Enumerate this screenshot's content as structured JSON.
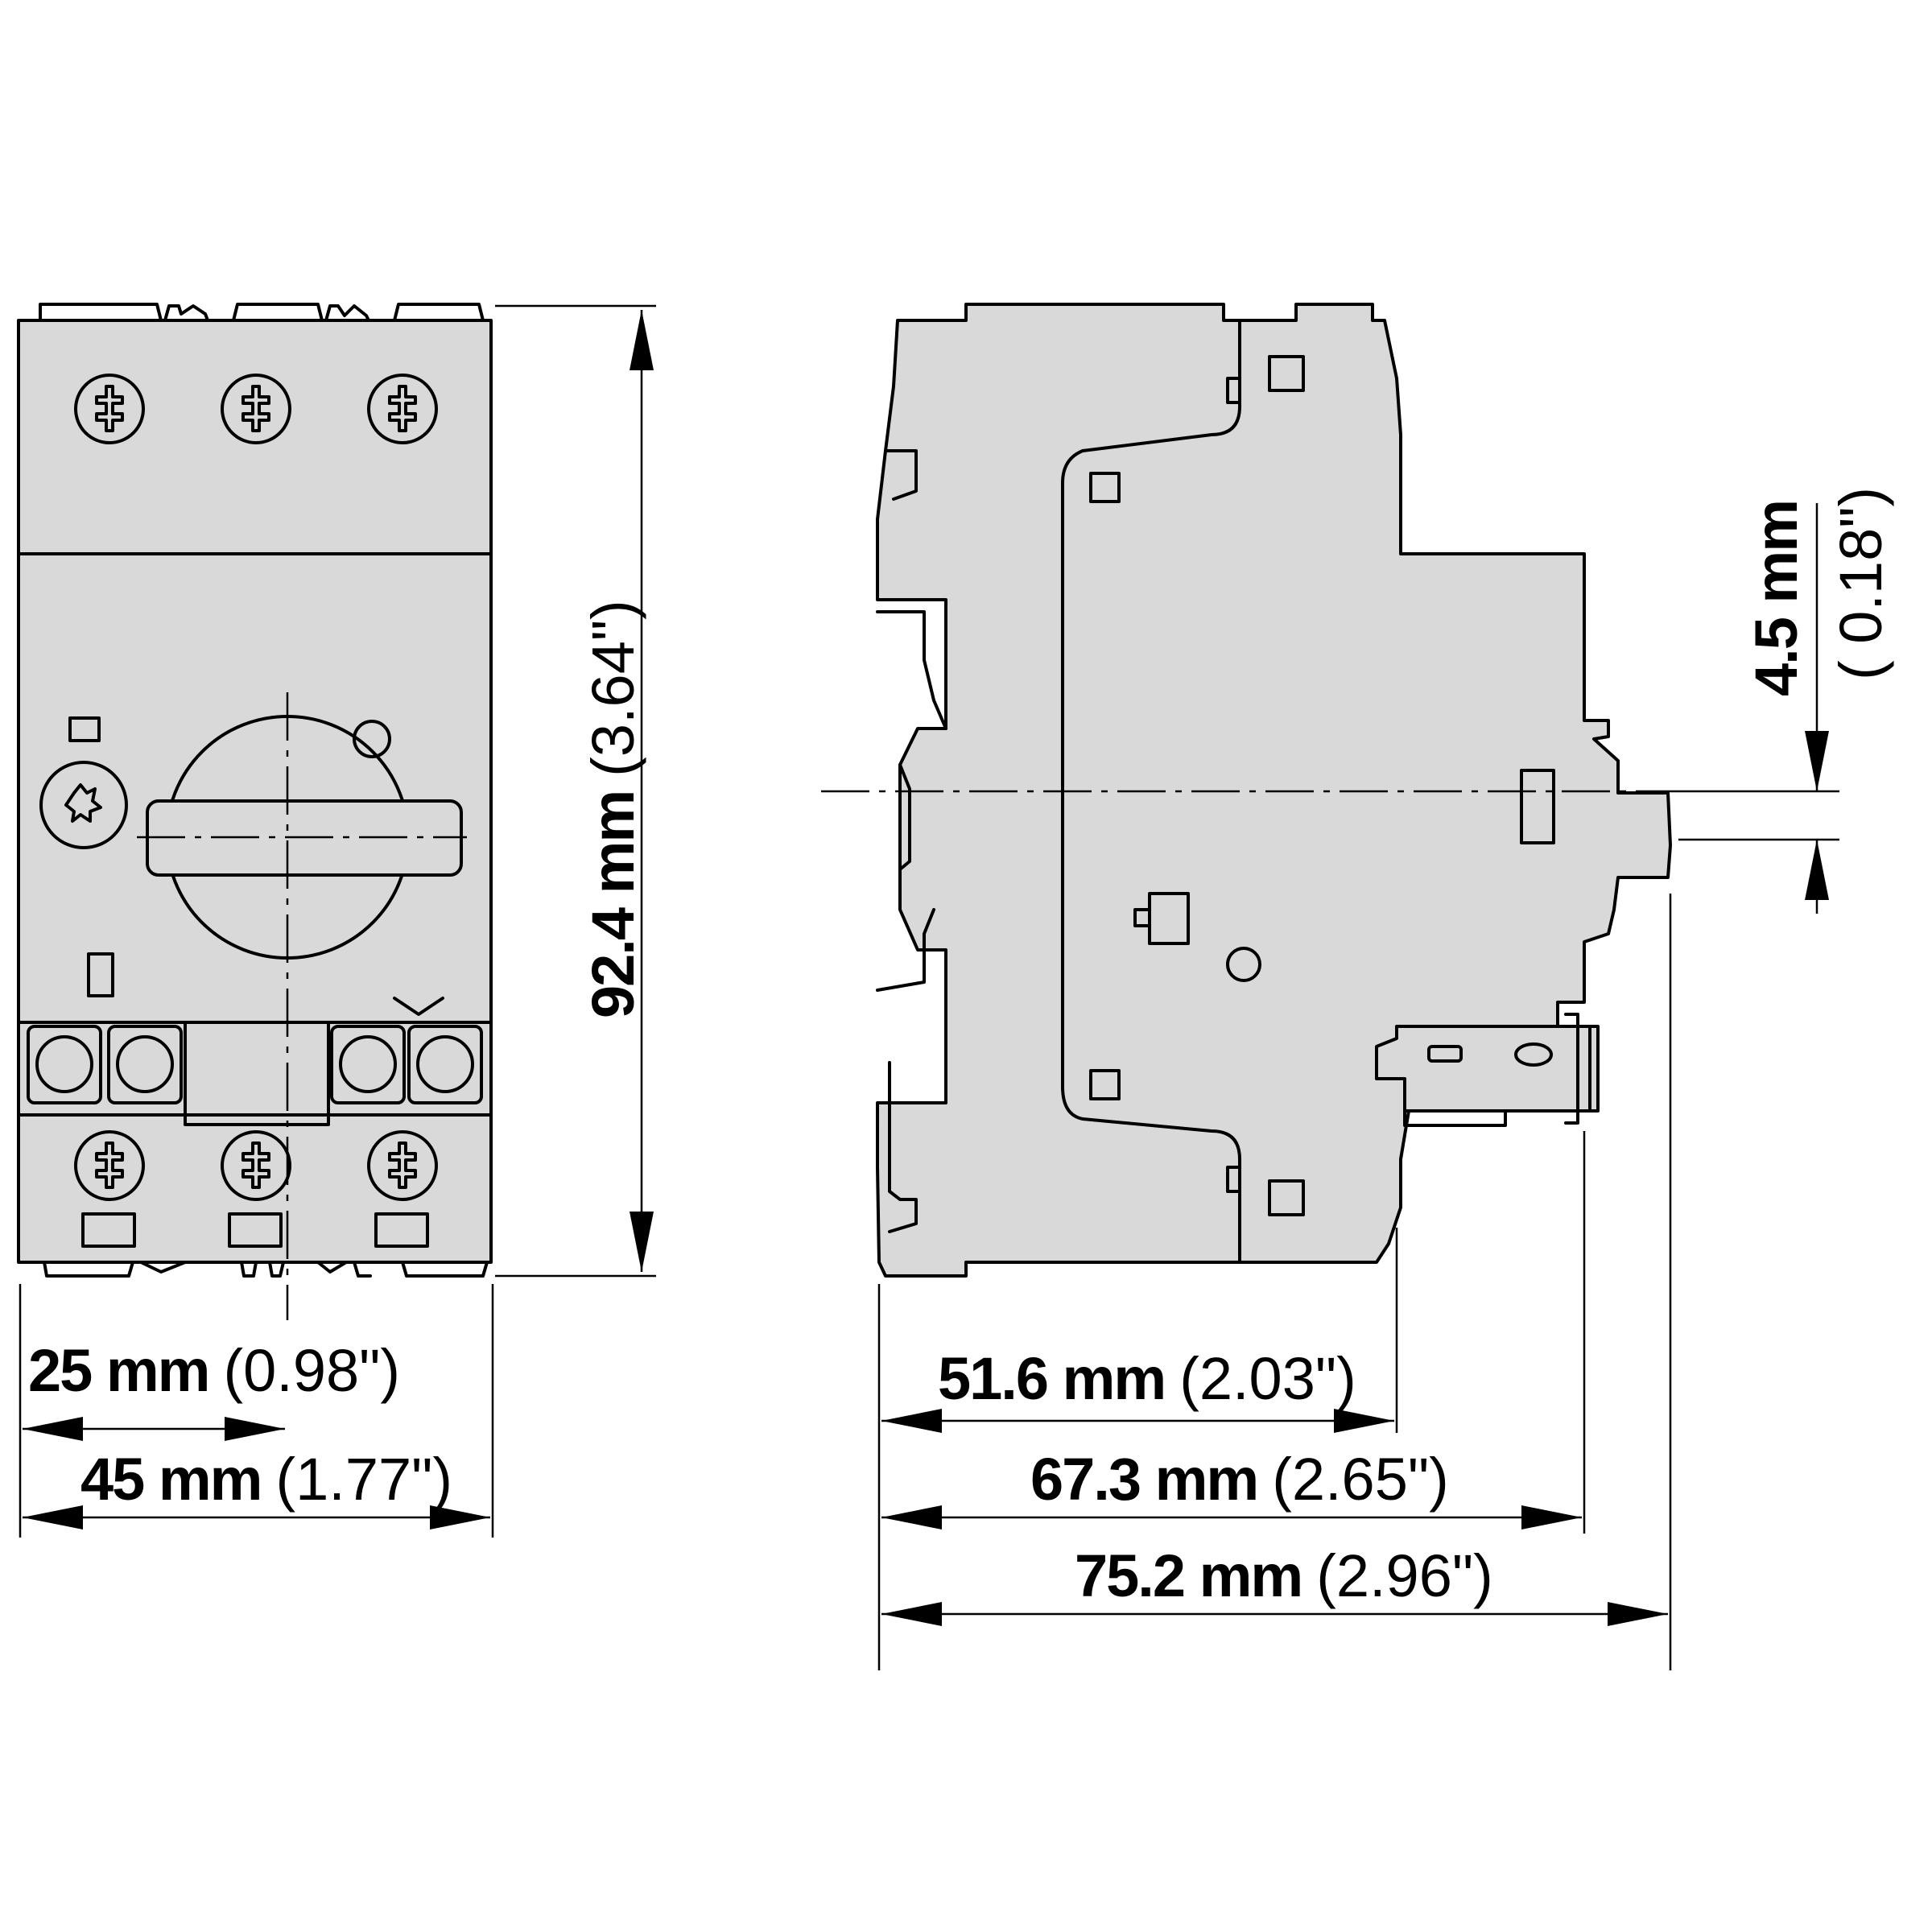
{
  "dimensions": {
    "width_front": {
      "metric": "45 mm",
      "imperial": "(1.77\")"
    },
    "center_offset": {
      "metric": "25 mm",
      "imperial": "(0.98\")"
    },
    "height": {
      "metric": "92.4 mm",
      "imperial": "(3.64\")"
    },
    "depth_body": {
      "metric": "51.6 mm",
      "imperial": "(2.03\")"
    },
    "depth_mid": {
      "metric": "67.3 mm",
      "imperial": "(2.65\")"
    },
    "depth_total": {
      "metric": "75.2 mm",
      "imperial": "(2.96\")"
    },
    "handle_offset": {
      "metric": "4.5 mm",
      "imperial": "( 0.18\")"
    }
  }
}
